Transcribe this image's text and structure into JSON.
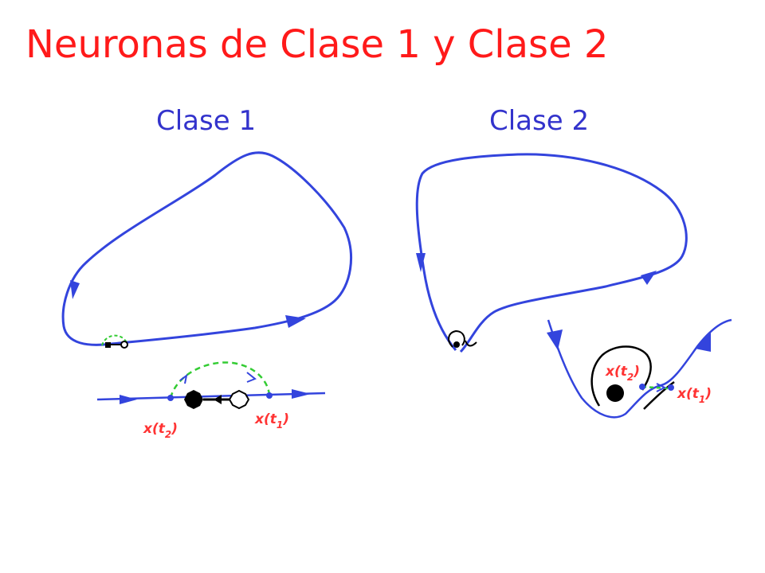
{
  "title": "Neuronas de Clase 1 y Clase 2",
  "panels": [
    {
      "label": "Clase 1"
    },
    {
      "label": "Clase 2"
    }
  ],
  "annotations": {
    "class1": {
      "x_t2": "x(t",
      "x_t2_sub": "2",
      "x_t1": "x(t",
      "x_t1_sub": "1"
    },
    "class2": {
      "x_t2": "x(t",
      "x_t2_sub": "2",
      "x_t1": "x(t",
      "x_t1_sub": "1"
    }
  },
  "colors": {
    "title": "#ff1a1a",
    "panel_label": "#3333cc",
    "trajectory": "#3344dd",
    "perturbation": "#33cc33",
    "point_label": "#ff3333",
    "node": "#000000"
  }
}
